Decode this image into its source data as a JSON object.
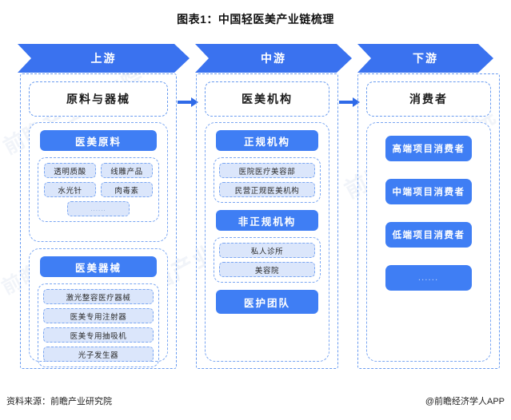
{
  "title": "图表1：中国轻医美产业链梳理",
  "band": {
    "stages": [
      {
        "label": "上游"
      },
      {
        "label": "中游"
      },
      {
        "label": "下游"
      }
    ]
  },
  "columns": [
    {
      "header": "原料与器械",
      "groups": [
        {
          "title": "医美原料",
          "items": [
            "透明质酸",
            "线雕产品",
            "水光针",
            "肉毒素",
            "......"
          ]
        },
        {
          "title": "医美器械",
          "items": [
            "激光整容医疗器械",
            "医美专用注射器",
            "医美专用抽吸机",
            "光子发生器"
          ]
        }
      ]
    },
    {
      "header": "医美机构",
      "groups": [
        {
          "title": "正规机构",
          "items": [
            "医院医疗美容部",
            "民营正规医美机构"
          ]
        },
        {
          "title": "非正规机构",
          "items": [
            "私人诊所",
            "美容院"
          ]
        },
        {
          "title": "医护团队",
          "items": []
        }
      ]
    },
    {
      "header": "消费者",
      "buttons": [
        "高端项目消费者",
        "中端项目消费者",
        "低端项目消费者",
        "......"
      ]
    }
  ],
  "watermarks": {
    "w1": "前瞻产业研究院",
    "w2": "前瞻产业研究院",
    "w3": "前瞻产业研究院",
    "w4": "业研究院",
    "w5": "",
    "w6": "前瞻"
  },
  "footer": {
    "source": "资料来源：前瞻产业研究院",
    "app": "@前瞻经济学人APP"
  },
  "colors": {
    "primary_blue": "#3f7ef4",
    "band_blue": "#3a72ef",
    "sub_fill": "#dbe6fb",
    "dashed_border": "#7aa6f2"
  }
}
